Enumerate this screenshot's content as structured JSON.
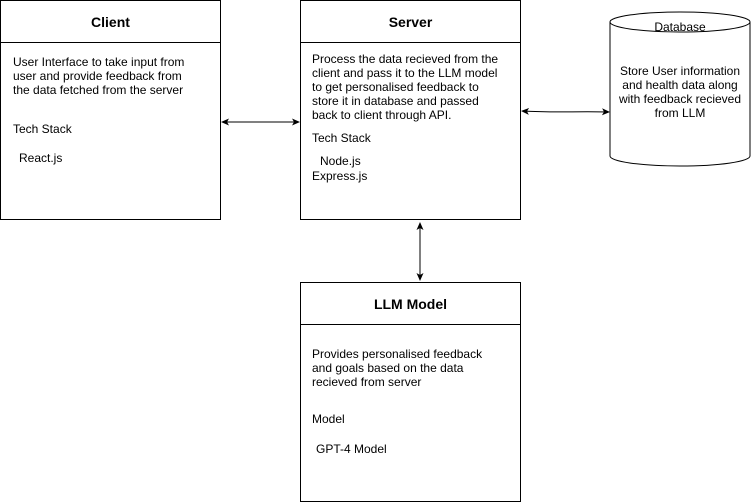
{
  "client": {
    "title": "Client",
    "description": "User Interface to take input from\nuser and provide feedback from\nthe data fetched from the server",
    "stack_heading": "Tech Stack",
    "stack_items": "React.js"
  },
  "server": {
    "title": "Server",
    "description": "Process the data recieved from the\nclient and pass it to the LLM model\nto get personalised feedback to\nstore it in database and passed\nback to client through API.",
    "stack_heading": "Tech Stack",
    "stack_item_1": "Node.js",
    "stack_item_2": "Express.js"
  },
  "database": {
    "title": "Database",
    "description": "Store User information\nand health data along\nwith feedback recieved\nfrom LLM"
  },
  "llm": {
    "title": "LLM Model",
    "description": "Provides personalised feedback\nand goals based on the data\nrecieved from server",
    "model_heading": "Model",
    "model_name": "GPT-4 Model"
  },
  "colors": {
    "stroke": "#000000",
    "background": "#ffffff"
  }
}
